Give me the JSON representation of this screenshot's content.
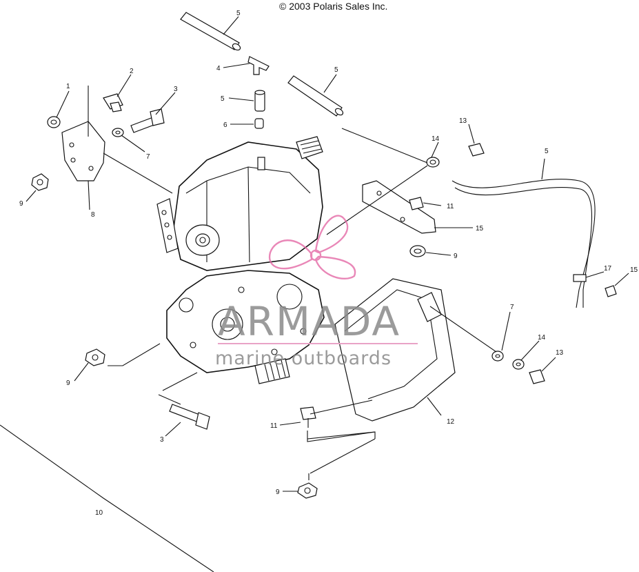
{
  "copyright": "© 2003 Polaris Sales Inc.",
  "watermark": {
    "brand": "ARMADA",
    "tagline": "marine outboards",
    "logo_color": "#e46aa6",
    "rule_color": "#e9a3c6"
  },
  "callouts": {
    "c1": "1",
    "c2": "2",
    "c3a": "3",
    "c3b": "3",
    "c4": "4",
    "c5a": "5",
    "c5b": "5",
    "c5c": "5",
    "c5d": "5",
    "c6": "6",
    "c7a": "7",
    "c7b": "7",
    "c8": "8",
    "c9a": "9",
    "c9b": "9",
    "c9c": "9",
    "c9d": "9",
    "c10": "10",
    "c11a": "11",
    "c11b": "11",
    "c12": "12",
    "c13a": "13",
    "c13b": "13",
    "c14a": "14",
    "c14b": "14",
    "c15a": "15",
    "c15b": "15",
    "c17": "17"
  }
}
